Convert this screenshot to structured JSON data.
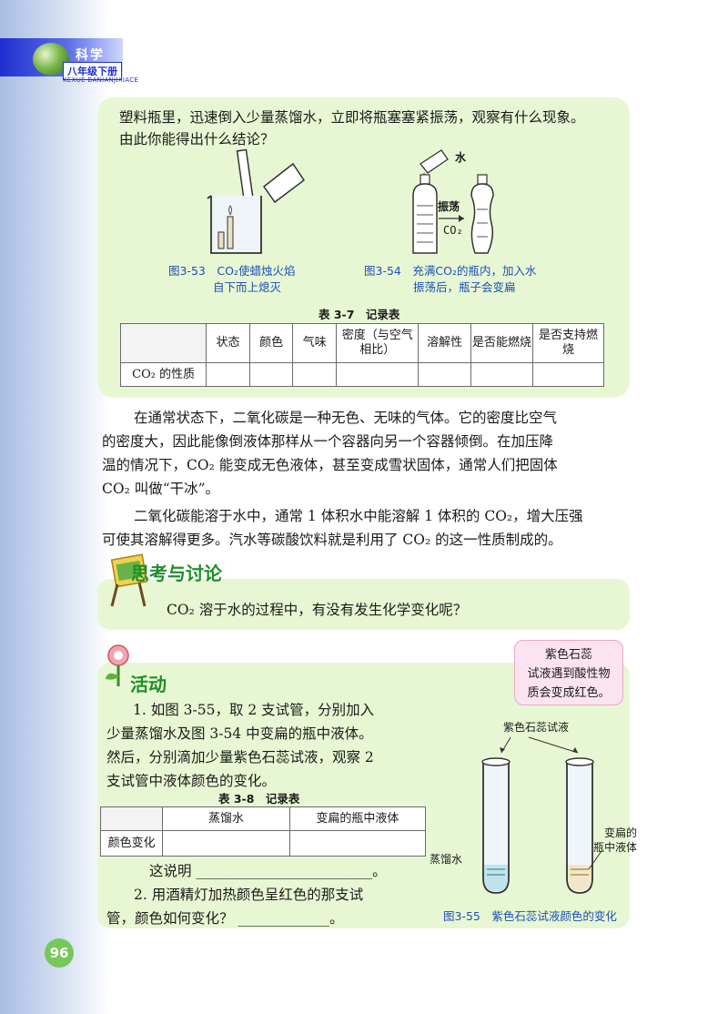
{
  "header": {
    "subject": "科学",
    "grade": "八年级下册",
    "pinyin": "KEXUE BANIANJIXIACE"
  },
  "box1": {
    "intro_line1": "塑料瓶里，迅速倒入少量蒸馏水，立即将瓶塞塞紧振荡，观察有什么现象。",
    "intro_line2": "由此你能得出什么结论？",
    "fig53_caption_line1": "图3-53　CO₂使蜡烛火焰",
    "fig53_caption_line2": "自下而上熄灭",
    "fig54_caption_line1": "图3-54　充满CO₂的瓶内，加入水",
    "fig54_caption_line2": "振荡后，瓶子会变扁",
    "fig54_label_water": "水",
    "fig54_label_shake": "振荡",
    "fig54_label_co2": "CO₂",
    "table_title": "表 3-7　记录表",
    "table_headers": [
      "",
      "状态",
      "颜色",
      "气味",
      "密度（与空气相比）",
      "溶解性",
      "是否能燃烧",
      "是否支持燃烧"
    ],
    "table_row_label": "CO₂ 的性质"
  },
  "body_text": {
    "p1_line1": "在通常状态下，二氧化碳是一种无色、无味的气体。它的密度比空气",
    "p1_line2": "的密度大，因此能像倒液体那样从一个容器向另一个容器倾倒。在加压降",
    "p1_line3": "温的情况下，CO₂ 能变成无色液体，甚至变成雪状固体，通常人们把固体",
    "p1_line4": "CO₂ 叫做“干冰”。",
    "p2_line1": "二氧化碳能溶于水中，通常 1 体积水中能溶解 1 体积的 CO₂，增大压强",
    "p2_line2": "可使其溶解得更多。汽水等碳酸饮料就是利用了 CO₂ 的这一性质制成的。"
  },
  "think": {
    "title": "思考与讨论",
    "question": "CO₂ 溶于水的过程中，有没有发生化学变化呢？"
  },
  "activity": {
    "title": "活动",
    "note_line1": "紫色石蕊",
    "note_line2": "试液遇到酸性物",
    "note_line3": "质会变成红色。",
    "step1_line1": "1. 如图 3-55，取 2 支试管，分别加入",
    "step1_line2": "少量蒸馏水及图 3-54 中变扁的瓶中液体。",
    "step1_line3": "然后，分别滴加少量紫色石蕊试液，观察 2",
    "step1_line4": "支试管中液体颜色的变化。",
    "table_title": "表 3-8　记录表",
    "table_headers": [
      "",
      "蒸馏水",
      "变扁的瓶中液体"
    ],
    "table_row_label": "颜色变化",
    "conclusion": "这说明 _________________________。",
    "step2_line1": "2. 用酒精灯加热颜色呈红色的那支试",
    "step2_line2": "管，颜色如何变化？ _____________。",
    "fig55_label_litmus": "紫色石蕊试液",
    "fig55_label_water": "蒸馏水",
    "fig55_label_liquid_line1": "变扁的",
    "fig55_label_liquid_line2": "瓶中液体",
    "fig55_caption": "图3-55　紫色石蕊试液颜色的变化"
  },
  "page_number": "96"
}
